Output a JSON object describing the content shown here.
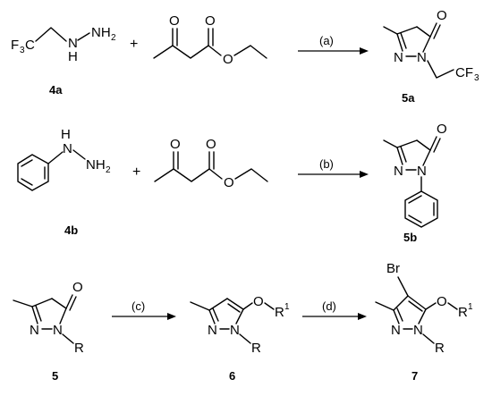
{
  "compounds": {
    "c4a": "4a",
    "c5a": "5a",
    "c4b": "4b",
    "c5b": "5b",
    "c5": "5",
    "c6": "6",
    "c7": "7"
  },
  "conditions": {
    "a": "(a)",
    "b": "(b)",
    "c": "(c)",
    "d": "(d)"
  },
  "symbols": {
    "plus": "+",
    "F": "F",
    "F3_sub": "3",
    "C": "C",
    "CF": "CF",
    "N": "N",
    "H": "H",
    "NH": "NH",
    "H2_sub": "2",
    "O": "O",
    "R": "R",
    "Br": "Br",
    "R1_sup": "1"
  }
}
